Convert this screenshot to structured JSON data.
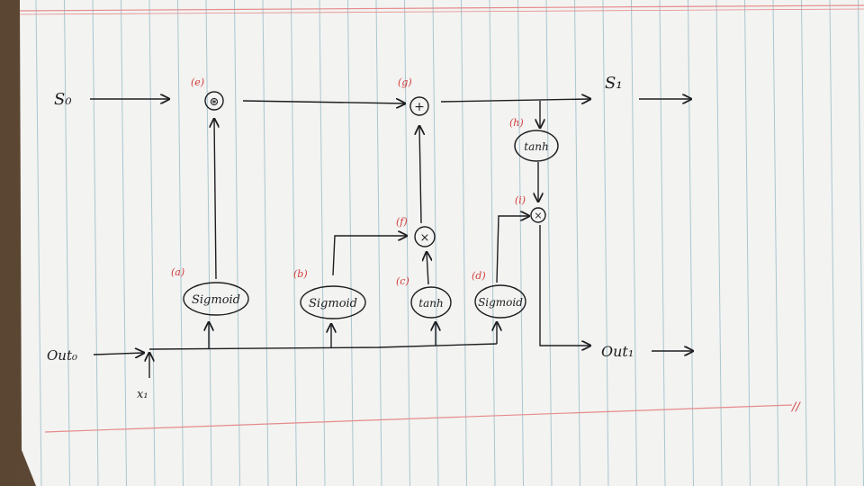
{
  "diagram": {
    "state_in_label": "S₀",
    "state_out_label": "S₁",
    "output_in_label": "Out₀",
    "output_out_label": "Out₁",
    "input_label": "x₁",
    "end_mark": "//",
    "gates": [
      {
        "tag": "(a)",
        "label": "Sigmoid"
      },
      {
        "tag": "(b)",
        "label": "Sigmoid"
      },
      {
        "tag": "(c)",
        "label": "tanh"
      },
      {
        "tag": "(d)",
        "label": "Sigmoid"
      },
      {
        "tag": "(h)",
        "label": "tanh"
      }
    ],
    "ops": [
      {
        "tag": "(e)",
        "symbol": "⊛"
      },
      {
        "tag": "(g)",
        "symbol": "+"
      },
      {
        "tag": "(f)",
        "symbol": "×"
      },
      {
        "tag": "(i)",
        "symbol": "×"
      }
    ]
  },
  "colors": {
    "paper": "#f3f3f1",
    "rule_line": "#a9c6cf",
    "margin_line": "#e58b8b",
    "ink": "#1e1e22",
    "tag_ink": "#d03a3a"
  }
}
